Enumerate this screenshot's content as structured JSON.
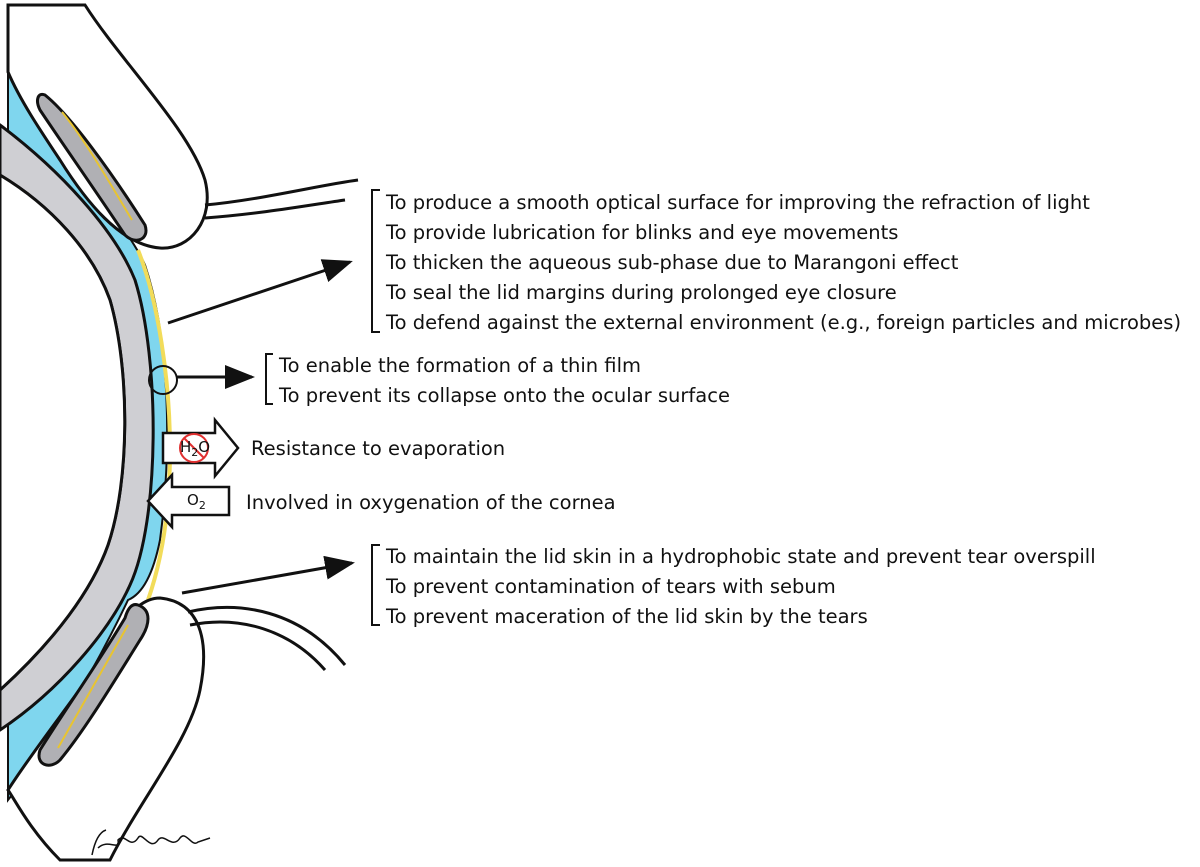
{
  "function_groups": [
    {
      "items": [
        "To produce a smooth optical surface for improving the refraction of light",
        "To provide lubrication for blinks and eye movements",
        "To thicken the aqueous sub-phase due to Marangoni effect",
        "To seal the lid margins during prolonged eye closure",
        "To defend against the external environment (e.g., foreign particles and microbes)"
      ]
    },
    {
      "items": [
        "To enable the formation of a thin film",
        "To prevent its collapse onto the ocular surface"
      ]
    },
    {
      "items": [
        "To maintain the lid skin in a hydrophobic state and prevent tear overspill",
        "To prevent contamination of tears with sebum",
        "To prevent maceration of the lid skin by the tears"
      ]
    }
  ],
  "evaporation": {
    "molecule_main": "H",
    "molecule_sub": "2",
    "molecule_tail": "O",
    "label": "Resistance to evaporation"
  },
  "oxygenation": {
    "molecule_main": "O",
    "molecule_sub": "2",
    "label": "Involved in oxygenation of the cornea"
  },
  "colors": {
    "aqueous_layer": "#7fd6ee",
    "lipid_layer": "#f2dc5a",
    "sclera_band": "#cfcfd3",
    "eyelid_fill": "#ffffff",
    "meibomian_gland": "#b0b0b4",
    "prohibition_sign": "#e03030",
    "outline": "#111111"
  }
}
